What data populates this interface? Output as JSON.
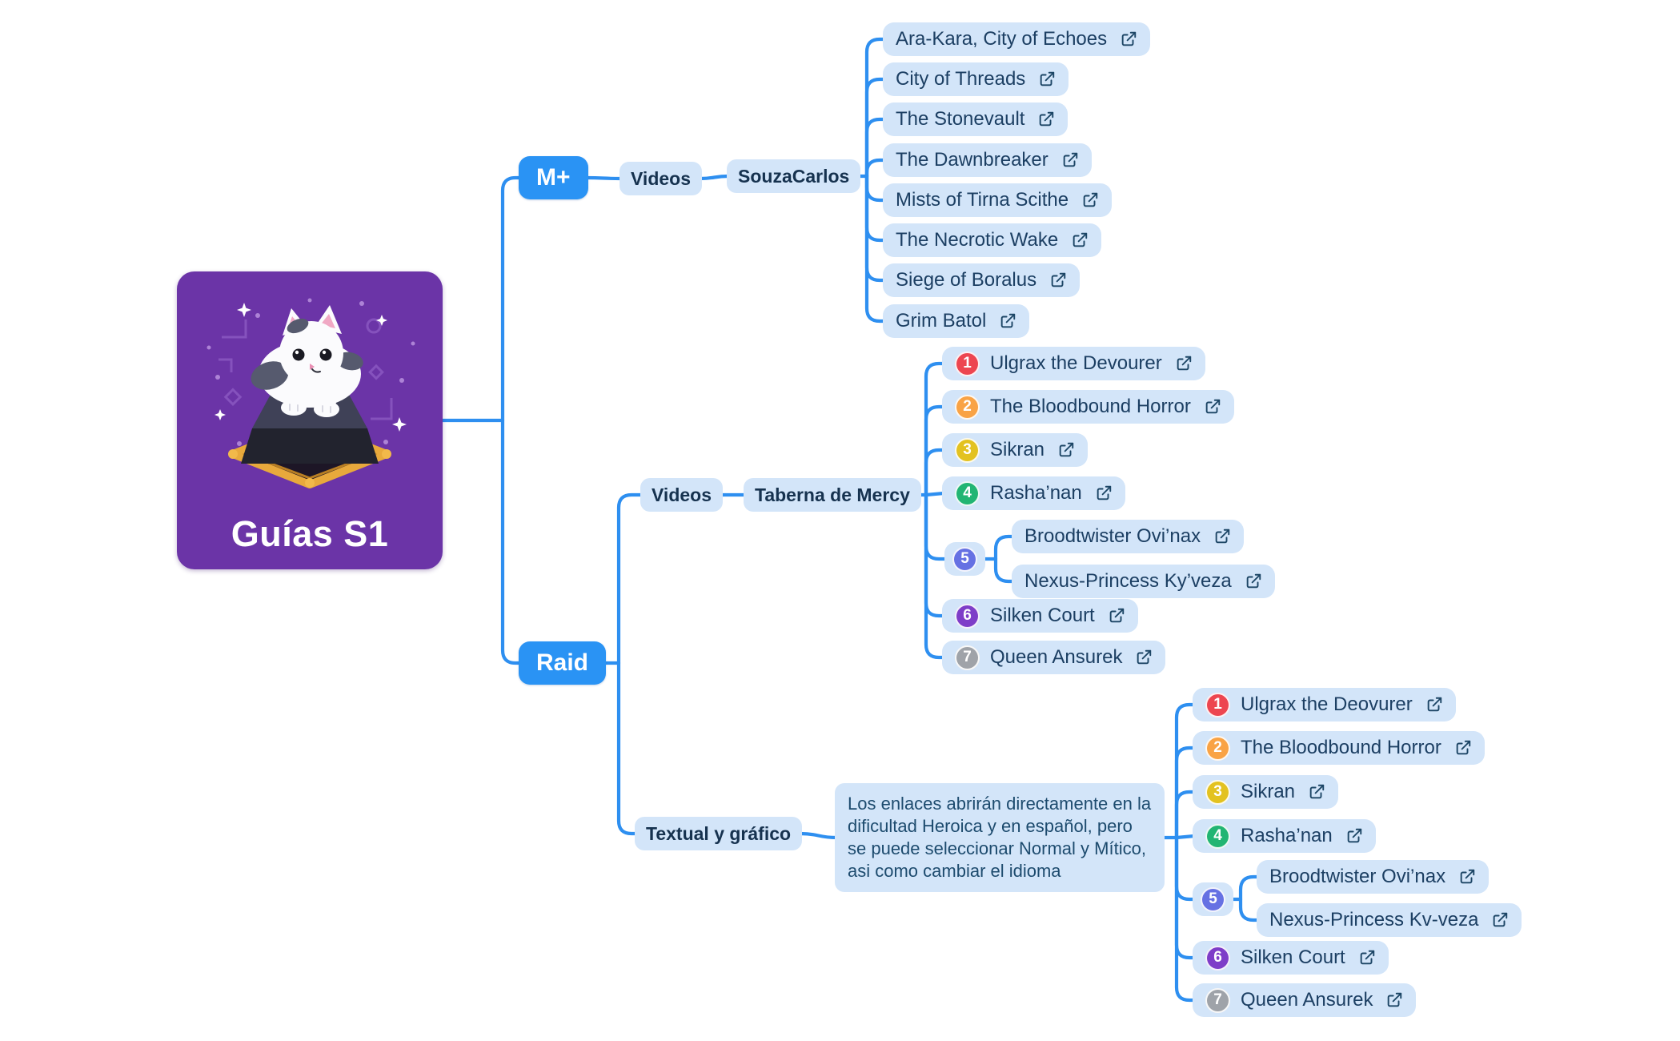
{
  "root": {
    "title": "Guías S1"
  },
  "mplus": {
    "label": "M+",
    "videos_label": "Videos",
    "channel": "SouzaCarlos",
    "dungeons": [
      "Ara-Kara, City of Echoes",
      "City of Threads",
      "The Stonevault",
      "The Dawnbreaker",
      "Mists of Tirna Scithe",
      "The Necrotic Wake",
      "Siege of Boralus",
      "Grim Batol"
    ]
  },
  "raid": {
    "label": "Raid",
    "videos": {
      "label": "Videos",
      "channel": "Taberna de Mercy",
      "bosses": [
        {
          "num": "1",
          "label": "Ulgrax the Devourer"
        },
        {
          "num": "2",
          "label": "The Bloodbound Horror"
        },
        {
          "num": "3",
          "label": "Sikran"
        },
        {
          "num": "4",
          "label": "Rasha’nan"
        },
        {
          "num": "5",
          "label": ""
        },
        {
          "num": "6",
          "label": "Silken Court"
        },
        {
          "num": "7",
          "label": "Queen Ansurek"
        }
      ],
      "boss5_children": [
        "Broodtwister Ovi’nax",
        "Nexus-Princess Ky’veza"
      ]
    },
    "textual": {
      "label": "Textual y gráfico",
      "note": "Los enlaces abrirán directamente en la dificultad Heroica y en español, pero se puede seleccionar Normal y Mítico, asi como cambiar el idioma",
      "bosses": [
        {
          "num": "1",
          "label": "Ulgrax the Deovurer"
        },
        {
          "num": "2",
          "label": "The Bloodbound Horror"
        },
        {
          "num": "3",
          "label": "Sikran"
        },
        {
          "num": "4",
          "label": "Rasha’nan"
        },
        {
          "num": "5",
          "label": ""
        },
        {
          "num": "6",
          "label": "Silken Court"
        },
        {
          "num": "7",
          "label": "Queen Ansurek"
        }
      ],
      "boss5_children": [
        "Broodtwister Ovi’nax",
        "Nexus-Princess Kv-veza"
      ]
    }
  },
  "colors": {
    "root_background": "#6b34a7",
    "branch_button_blue": "#2a93f4",
    "pill_background": "#d3e5f9",
    "connector_blue": "#2e8ff0",
    "text_dark_navy": "#1c3f63"
  },
  "badge_colors": {
    "n1": "#ed4650",
    "n2": "#f9a345",
    "n3": "#e3c220",
    "n4": "#22b573",
    "n5": "#6671e3",
    "n6": "#7e3dc8",
    "n7": "#9fa3a9"
  }
}
